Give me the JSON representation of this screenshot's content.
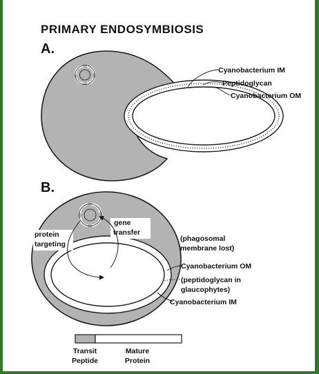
{
  "title": "PRIMARY  ENDOSYMBIOSIS",
  "panel_a": {
    "label": "A.",
    "im_label": "Cyanobacterium IM",
    "pg_label": "Peptidoglycan",
    "om_label": "Cyanobacterium OM"
  },
  "panel_b": {
    "label": "B.",
    "protein_targeting": [
      "protein",
      "targeting"
    ],
    "gene_transfer": [
      "gene",
      "transfer"
    ],
    "phagosomal": [
      "(phagosomal",
      "membrane lost)"
    ],
    "om_label": "Cyanobacterium OM",
    "peptidoglycan_note": [
      "(peptidoglycan in",
      "glaucophytes)"
    ],
    "im_label": "Cyanobacterium IM"
  },
  "legend": {
    "transit": [
      "Transit",
      "Peptide"
    ],
    "mature": [
      "Mature",
      "Protein"
    ]
  },
  "colors": {
    "host_fill": "#b3b3b3",
    "outline": "#1a1a1a",
    "frame_green": "#2f7a2a"
  }
}
